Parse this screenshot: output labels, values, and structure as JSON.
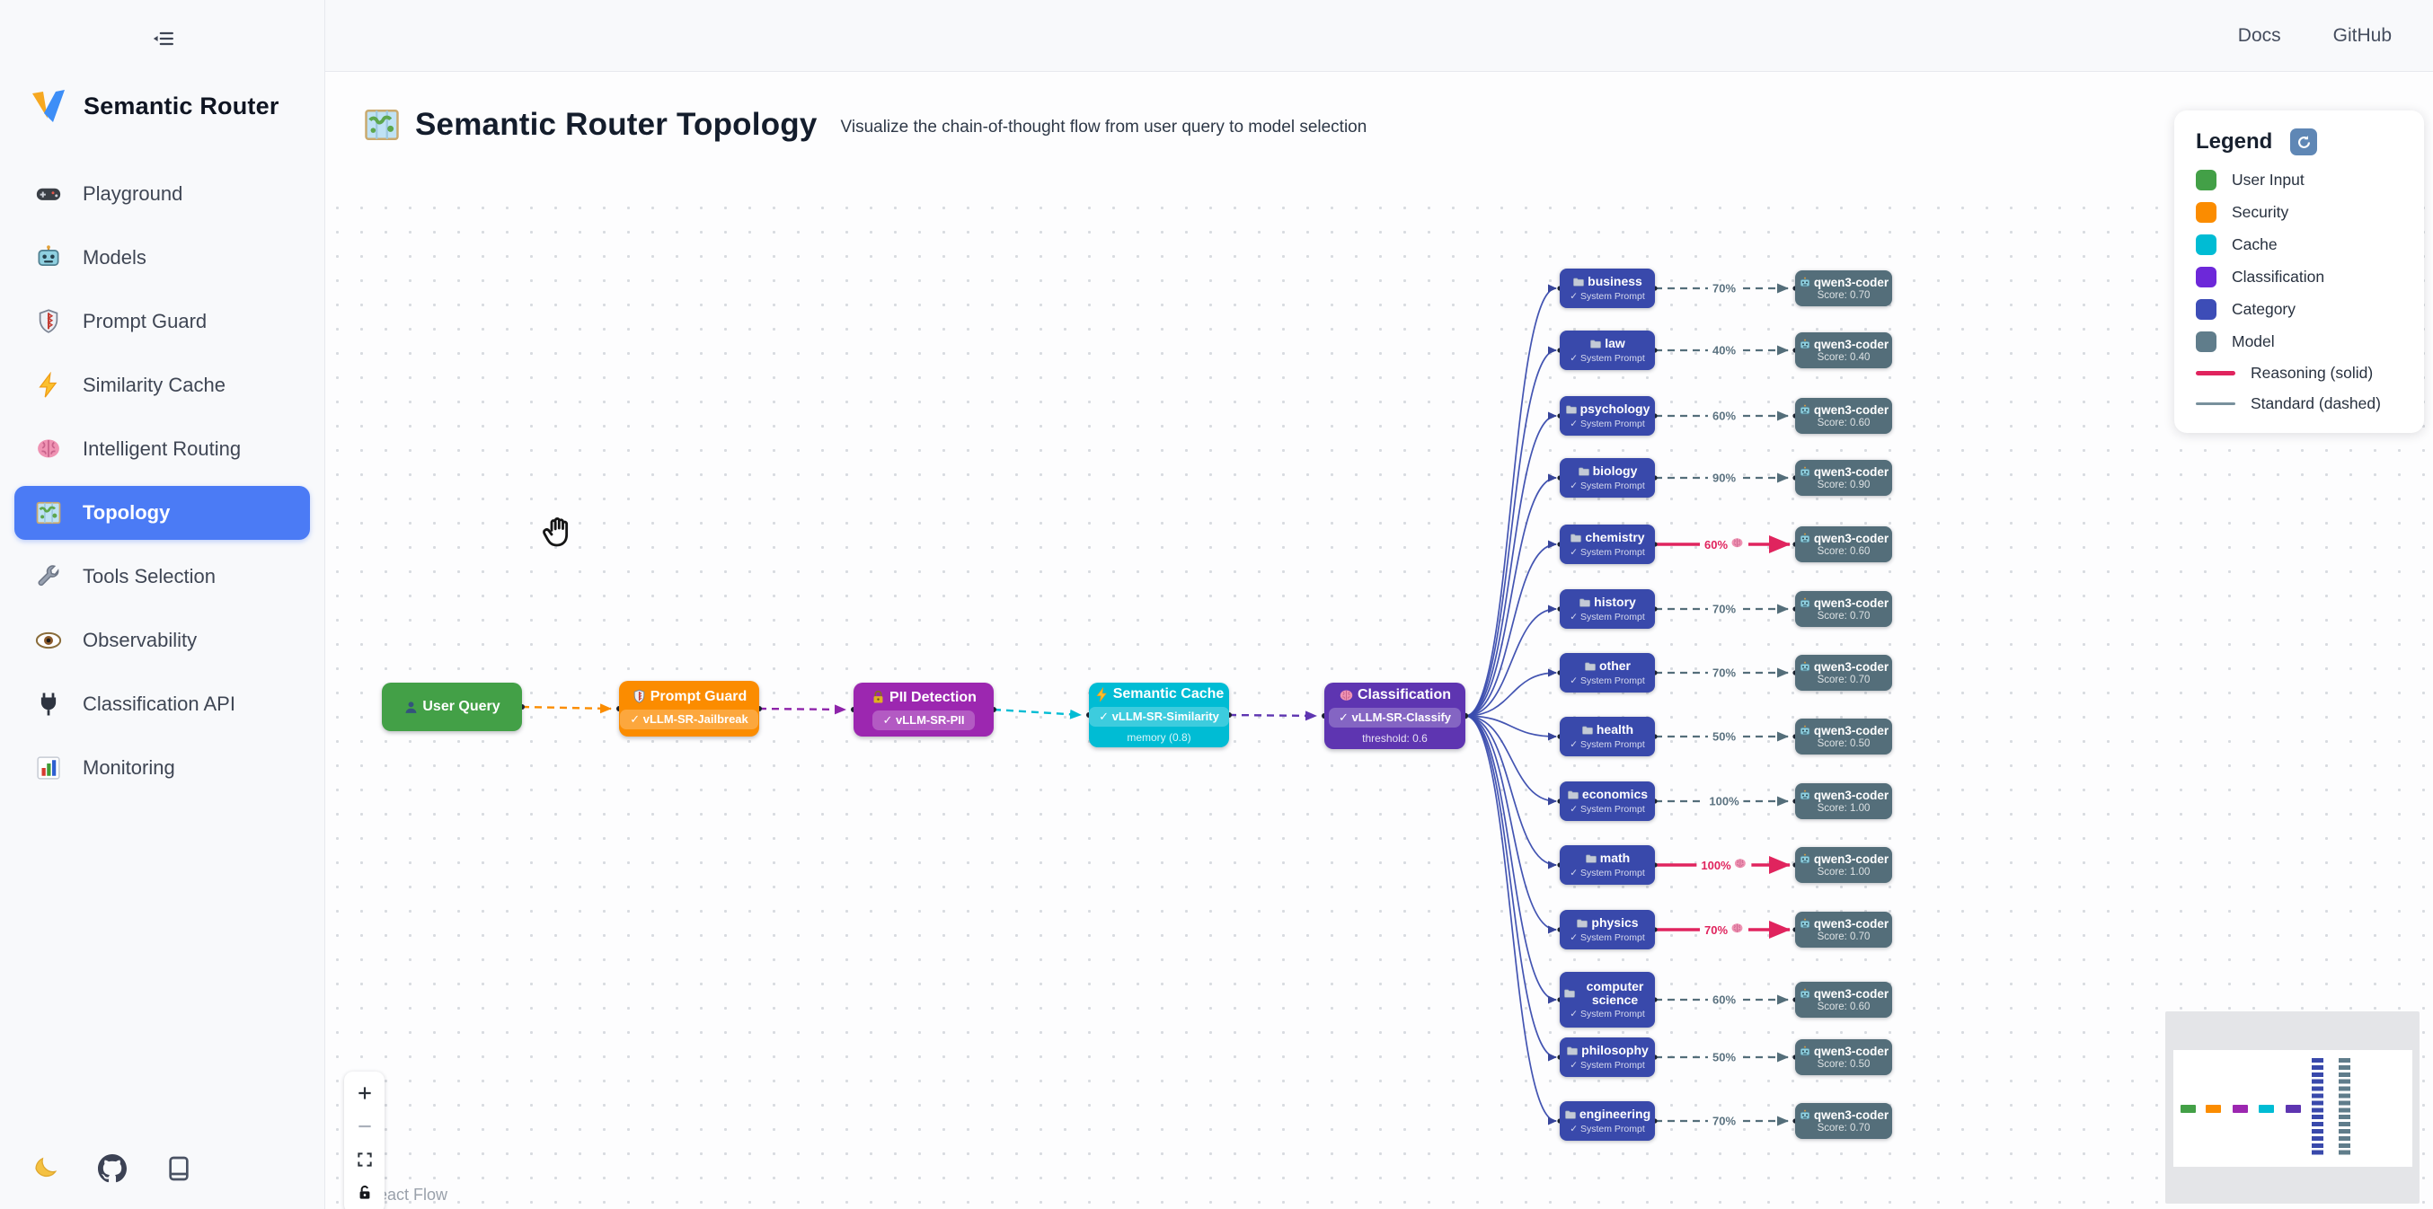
{
  "sidebar": {
    "brand": "Semantic Router",
    "items": [
      {
        "icon": "gamepad",
        "label": "Playground",
        "active": false
      },
      {
        "icon": "robot",
        "label": "Models",
        "active": false
      },
      {
        "icon": "shield",
        "label": "Prompt Guard",
        "active": false
      },
      {
        "icon": "bolt",
        "label": "Similarity Cache",
        "active": false
      },
      {
        "icon": "brain",
        "label": "Intelligent Routing",
        "active": false
      },
      {
        "icon": "map",
        "label": "Topology",
        "active": true
      },
      {
        "icon": "wrench",
        "label": "Tools Selection",
        "active": false
      },
      {
        "icon": "eye",
        "label": "Observability",
        "active": false
      },
      {
        "icon": "plug",
        "label": "Classification API",
        "active": false
      },
      {
        "icon": "chart",
        "label": "Monitoring",
        "active": false
      }
    ],
    "footer_icons": [
      "moon-icon",
      "github-icon",
      "book-icon"
    ]
  },
  "topbar": {
    "links": [
      "Docs",
      "GitHub"
    ]
  },
  "header": {
    "title": "Semantic Router Topology",
    "subtitle": "Visualize the chain-of-thought flow from user query to model selection"
  },
  "legend": {
    "title": "Legend",
    "items": [
      {
        "label": "User Input",
        "color": "#43a047"
      },
      {
        "label": "Security",
        "color": "#fb8c00"
      },
      {
        "label": "Cache",
        "color": "#00bcd4"
      },
      {
        "label": "Classification",
        "color": "#6d28d9"
      },
      {
        "label": "Category",
        "color": "#3d4db7"
      },
      {
        "label": "Model",
        "color": "#607d8b"
      }
    ],
    "lines": [
      {
        "label": "Reasoning (solid)",
        "color": "#e0245e",
        "thick": true
      },
      {
        "label": "Standard (dashed)",
        "color": "#78909c",
        "thick": false
      }
    ]
  },
  "pipeline": [
    {
      "id": "user-query",
      "icon": "user",
      "title": "User Query",
      "badge": "",
      "sub": "",
      "color": "#43a047"
    },
    {
      "id": "prompt-guard",
      "icon": "shield",
      "title": "Prompt Guard",
      "badge": "✓ vLLM-SR-Jailbreak",
      "sub": "",
      "color": "#fb8c00"
    },
    {
      "id": "pii-detection",
      "icon": "lock",
      "title": "PII Detection",
      "badge": "✓ vLLM-SR-PII",
      "sub": "",
      "color": "#9c27b0"
    },
    {
      "id": "semantic-cache",
      "icon": "bolt",
      "title": "Semantic Cache",
      "badge": "✓ vLLM-SR-Similarity",
      "sub": "memory (0.8)",
      "color": "#00bcd4"
    },
    {
      "id": "classification",
      "icon": "brain",
      "title": "Classification",
      "badge": "✓ vLLM-SR-Classify",
      "sub": "threshold: 0.6",
      "color": "#5e35b1"
    }
  ],
  "pipeline_edge_colors": [
    "#fb8c00",
    "#8e24aa",
    "#00bcd4",
    "#5e35b1"
  ],
  "categories": [
    {
      "name": "business",
      "sub": "✓ System Prompt",
      "pct": "70%",
      "model": "qwen3-coder",
      "score": "Score: 0.70",
      "reasoning": false
    },
    {
      "name": "law",
      "sub": "✓ System Prompt",
      "pct": "40%",
      "model": "qwen3-coder",
      "score": "Score: 0.40",
      "reasoning": false
    },
    {
      "name": "psychology",
      "sub": "✓ System Prompt",
      "pct": "60%",
      "model": "qwen3-coder",
      "score": "Score: 0.60",
      "reasoning": false
    },
    {
      "name": "biology",
      "sub": "✓ System Prompt",
      "pct": "90%",
      "model": "qwen3-coder",
      "score": "Score: 0.90",
      "reasoning": false
    },
    {
      "name": "chemistry",
      "sub": "✓ System Prompt",
      "pct": "60%",
      "model": "qwen3-coder",
      "score": "Score: 0.60",
      "reasoning": true
    },
    {
      "name": "history",
      "sub": "✓ System Prompt",
      "pct": "70%",
      "model": "qwen3-coder",
      "score": "Score: 0.70",
      "reasoning": false
    },
    {
      "name": "other",
      "sub": "✓ System Prompt",
      "pct": "70%",
      "model": "qwen3-coder",
      "score": "Score: 0.70",
      "reasoning": false
    },
    {
      "name": "health",
      "sub": "✓ System Prompt",
      "pct": "50%",
      "model": "qwen3-coder",
      "score": "Score: 0.50",
      "reasoning": false
    },
    {
      "name": "economics",
      "sub": "✓ System Prompt",
      "pct": "100%",
      "model": "qwen3-coder",
      "score": "Score: 1.00",
      "reasoning": false
    },
    {
      "name": "math",
      "sub": "✓ System Prompt",
      "pct": "100%",
      "model": "qwen3-coder",
      "score": "Score: 1.00",
      "reasoning": true
    },
    {
      "name": "physics",
      "sub": "✓ System Prompt",
      "pct": "70%",
      "model": "qwen3-coder",
      "score": "Score: 0.70",
      "reasoning": true
    },
    {
      "name": "computer science",
      "sub": "✓ System Prompt",
      "pct": "60%",
      "model": "qwen3-coder",
      "score": "Score: 0.60",
      "reasoning": false
    },
    {
      "name": "philosophy",
      "sub": "✓ System Prompt",
      "pct": "50%",
      "model": "qwen3-coder",
      "score": "Score: 0.50",
      "reasoning": false
    },
    {
      "name": "engineering",
      "sub": "✓ System Prompt",
      "pct": "70%",
      "model": "qwen3-coder",
      "score": "Score: 0.70",
      "reasoning": false
    }
  ],
  "edge_styles": {
    "reasoning_color": "#e0245e",
    "standard_color": "#546e7a",
    "fan_color": "#3a4cae"
  },
  "controls": [
    {
      "icon": "plus",
      "name": "zoom-in"
    },
    {
      "icon": "minus",
      "name": "zoom-out"
    },
    {
      "icon": "fit",
      "name": "fit-view"
    },
    {
      "icon": "locko",
      "name": "lock-toggle"
    }
  ],
  "attribution": "React Flow"
}
